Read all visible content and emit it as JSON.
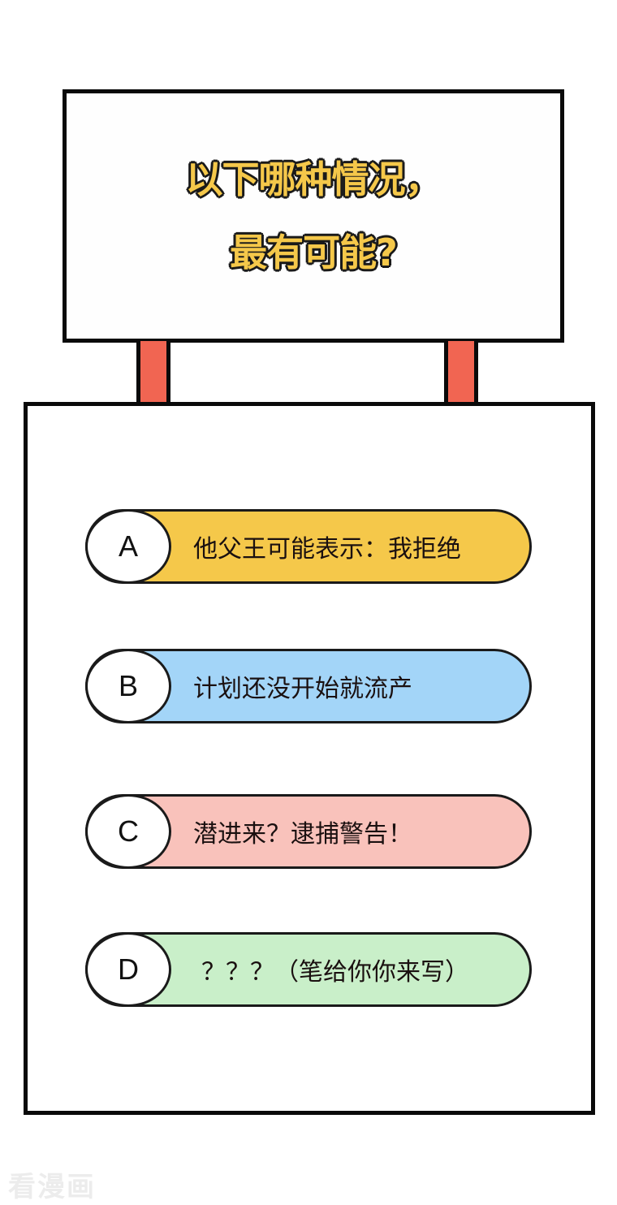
{
  "sign": {
    "line1": "以下哪种情况，",
    "line2": "最有可能?",
    "text_color": "#f5c84a",
    "post_color": "#f16552"
  },
  "options": [
    {
      "letter": "A",
      "text": "他父王可能表示：我拒绝",
      "color": "#f5c84a"
    },
    {
      "letter": "B",
      "text": "计划还没开始就流产",
      "color": "#a3d5f8"
    },
    {
      "letter": "C",
      "text": "潜进来？逮捕警告！",
      "color": "#f9c2bb"
    },
    {
      "letter": "D",
      "text": "？？？（笔给你你来写）",
      "color": "#c9efc9"
    }
  ],
  "watermark": "看漫画"
}
